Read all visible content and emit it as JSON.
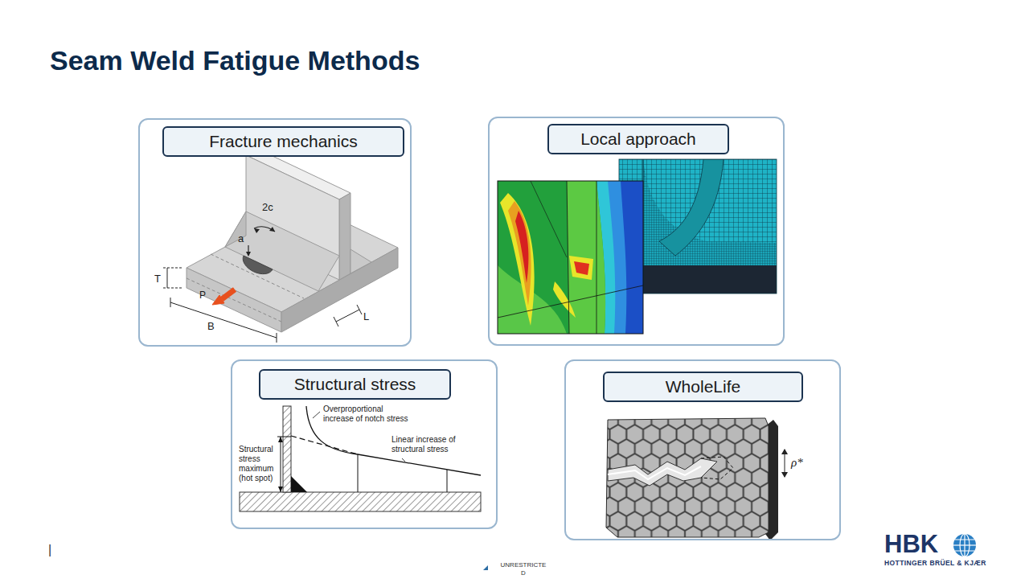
{
  "diagram": {
    "title": "Seam Weld Fatigue Methods",
    "nodes": [
      {
        "text": [
          "Fracture mechanics"
        ]
      },
      {
        "text": [
          "Local approach"
        ]
      },
      {
        "text": [
          "Structural stress"
        ]
      },
      {
        "text": [
          "WholeLife"
        ]
      }
    ],
    "labels": [
      "2c",
      "a",
      "T",
      "L",
      "P",
      "B",
      "Overproportional increase of notch stress",
      "Linear increase of structural stress",
      "Structural stress maximum (hot spot)",
      "ρ*",
      "|",
      "UNRESTRICTED",
      "HBK",
      "HOTTINGER BRÜEL & KJÆR"
    ]
  }
}
